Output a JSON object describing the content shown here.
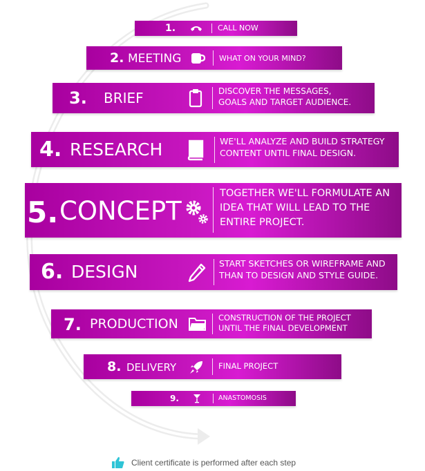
{
  "accent": "#c817c0",
  "arrow_color": "#f2f2f2",
  "steps": [
    {
      "number": "1.",
      "title": "",
      "icon": "phone-icon",
      "desc": [
        "CALL NOW"
      ]
    },
    {
      "number": "2.",
      "title": "MEETING",
      "icon": "coffee-cup-icon",
      "desc": [
        "WHAT ON YOUR MIND?"
      ]
    },
    {
      "number": "3.",
      "title": "BRIEF",
      "icon": "clipboard-icon",
      "desc": [
        "DISCOVER THE MESSAGES,",
        "GOALS AND TARGET AUDIENCE."
      ]
    },
    {
      "number": "4.",
      "title": "RESEARCH",
      "icon": "book-icon",
      "desc": [
        "WE'LL ANALYZE AND BUILD STRATEGY",
        "CONTENT UNTIL FINAL DESIGN."
      ]
    },
    {
      "number": "5.",
      "title": "CONCEPT",
      "icon": "gears-icon",
      "desc": [
        "TOGETHER WE'LL FORMULATE AN",
        "IDEA THAT WILL LEAD TO THE",
        "ENTIRE PROJECT."
      ]
    },
    {
      "number": "6.",
      "title": "DESIGN",
      "icon": "pencil-icon",
      "desc": [
        "START SKETCHES OR WIREFRAME AND",
        "THAN TO DESIGN AND STYLE GUIDE."
      ]
    },
    {
      "number": "7.",
      "title": "PRODUCTION",
      "icon": "folder-icon",
      "desc": [
        "CONSTRUCTION OF THE PROJECT",
        "UNTIL THE FINAL DEVELOPMENT"
      ]
    },
    {
      "number": "8.",
      "title": "DELIVERY",
      "icon": "rocket-icon",
      "desc": [
        "FINAL PROJECT"
      ]
    },
    {
      "number": "9.",
      "title": "",
      "icon": "cocktail-glass-icon",
      "desc": [
        "ANASTOMOSIS"
      ]
    }
  ],
  "footer": {
    "icon": "thumbs-up-icon",
    "text": "Client certificate is performed after each step"
  }
}
